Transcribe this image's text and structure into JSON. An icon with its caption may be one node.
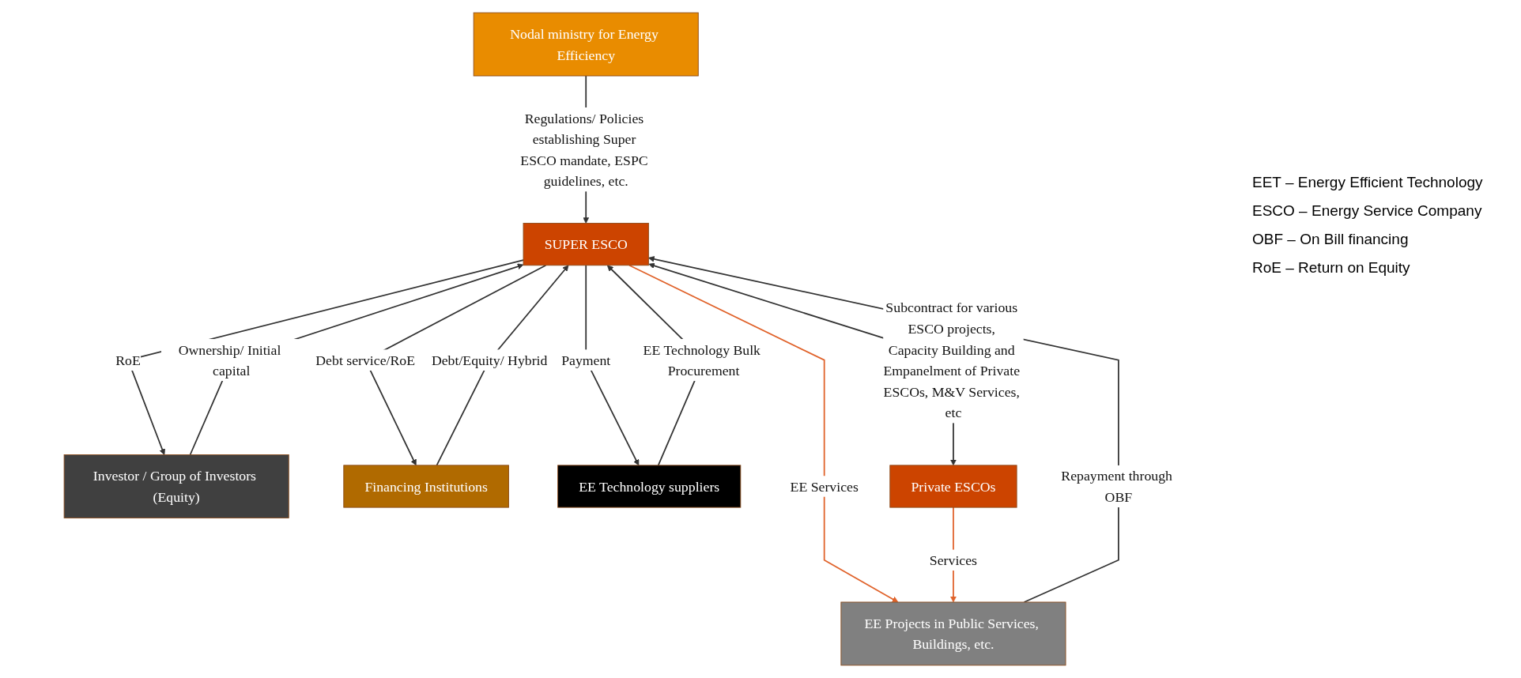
{
  "diagram": {
    "nodes": [
      {
        "text": [
          "Nodal ministry for Energy Efficiency"
        ]
      },
      {
        "text": [
          "Investor / Group of Investors (Equity)"
        ]
      },
      {
        "text": [
          "Financing Institutions"
        ]
      },
      {
        "text": [
          "SUPER ESCO"
        ]
      },
      {
        "text": [
          "EE Technology suppliers"
        ]
      },
      {
        "text": [
          "EE Projects in Public Services, Buildings, etc."
        ]
      },
      {
        "text": [
          "Private ESCOs"
        ]
      }
    ],
    "edges": [
      {
        "from": 0,
        "to": 3,
        "arrow": "to",
        "label": "Regulations/ Policies establishing Super ESCO mandate, ESPC guidelines, etc."
      },
      {
        "from": 1,
        "to": 3,
        "arrow": "to",
        "label": "Ownership/ Initial capital"
      },
      {
        "from": 3,
        "to": 1,
        "arrow": "to",
        "label": "RoE"
      },
      {
        "from": 2,
        "to": 3,
        "arrow": "to",
        "label": "Debt/Equity/ Hybrid"
      },
      {
        "from": 3,
        "to": 2,
        "arrow": "to",
        "label": "Debt service/RoE"
      },
      {
        "from": 3,
        "to": 4,
        "arrow": "to",
        "label": "Payment"
      },
      {
        "from": 4,
        "to": 3,
        "arrow": "to",
        "label": "EE Technology Bulk Procurement"
      },
      {
        "from": 5,
        "to": 3,
        "arrow": "to",
        "label": "Repayment through OBF"
      },
      {
        "from": 3,
        "to": 5,
        "arrow": "to",
        "label": "EE Services",
        "color": "#e0622a"
      },
      {
        "from": 3,
        "to": 6,
        "arrow": "both",
        "label": "Subcontract for various ESCO projects, Capacity Building and Empanelment of Private ESCOs, M&V Services, etc"
      },
      {
        "from": 6,
        "to": 5,
        "arrow": "to",
        "label": "Services",
        "color": "#e0622a"
      }
    ],
    "labels": [
      "EET – Energy Efficient Technology",
      "ESCO – Energy Service Company",
      "OBF – On Bill financing",
      "RoE – Return on Equity"
    ]
  }
}
